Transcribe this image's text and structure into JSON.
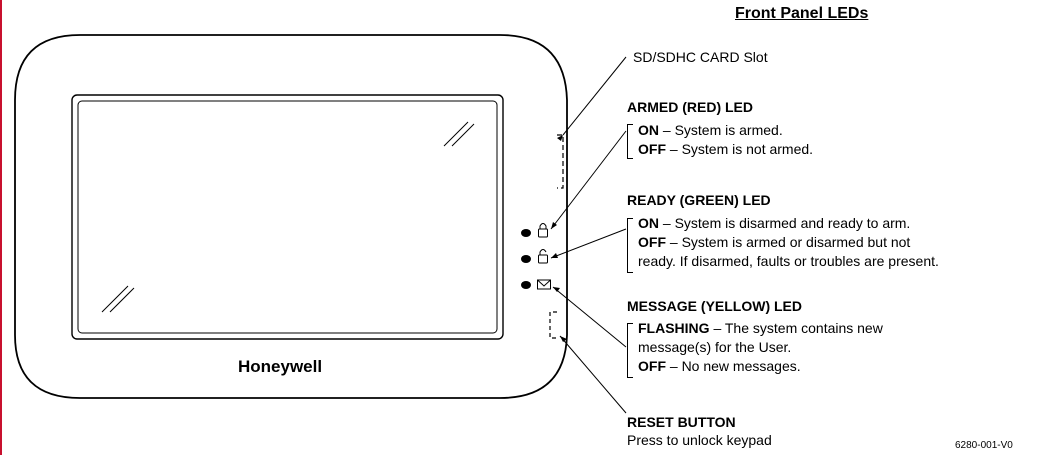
{
  "title": "Front Panel LEDs",
  "brand": "Honeywell",
  "figure_ref": "6280-001-V0",
  "sd_slot": {
    "label": "SD/SDHC CARD Slot"
  },
  "armed": {
    "heading": "ARMED (RED) LED",
    "on_key": "ON",
    "on_text": " – System is armed.",
    "off_key": "OFF",
    "off_text": " – System is not armed."
  },
  "ready": {
    "heading": "READY (GREEN) LED",
    "on_key": "ON",
    "on_text": " – System is disarmed and ready to arm.",
    "off_key": "OFF",
    "off_text": " – System is armed or disarmed but not",
    "off_text_2": "ready. If disarmed, faults or troubles are present."
  },
  "message": {
    "heading": "MESSAGE (YELLOW) LED",
    "flash_key": "FLASHING",
    "flash_text": " – The system contains new",
    "flash_text_2": "message(s) for the User.",
    "off_key": "OFF",
    "off_text": " – No new messages."
  },
  "reset": {
    "heading": "RESET BUTTON",
    "text": "Press to unlock keypad"
  },
  "icons": {
    "armed": "lock-closed-icon",
    "ready": "lock-open-icon",
    "message": "envelope-icon"
  }
}
